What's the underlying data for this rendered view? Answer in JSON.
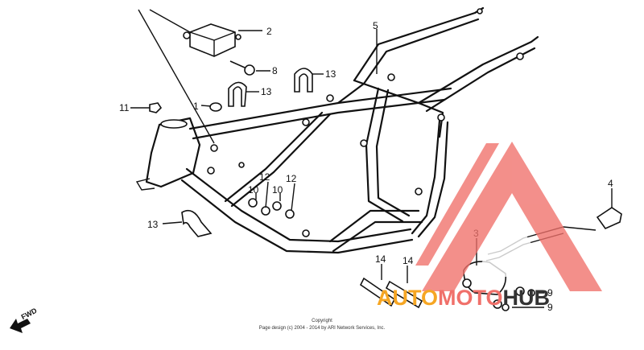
{
  "diagram": {
    "callouts": {
      "c1": "1",
      "c2": "2",
      "c3": "3",
      "c4": "4",
      "c5": "5",
      "c8": "8",
      "c9a": "9",
      "c9b": "9",
      "c10a": "10",
      "c10b": "10",
      "c11": "11",
      "c12a": "12",
      "c12b": "12",
      "c13a": "13",
      "c13b": "13",
      "c13c": "13",
      "c14a": "14",
      "c14b": "14"
    },
    "fwd_label": "FWD",
    "copyright_line1": "Copyright",
    "copyright_line2": "Page design (c) 2004 - 2014 by ARI Network Services, Inc."
  },
  "watermark": {
    "text_part1": "AUTO",
    "text_part2": "MOTO",
    "text_part3": "HUB",
    "colors": {
      "orange": "#f6a623",
      "red": "#f0706a",
      "dark": "#333333"
    }
  }
}
